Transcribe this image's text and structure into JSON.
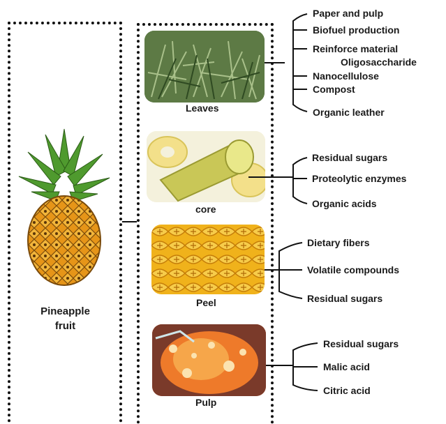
{
  "fruit": {
    "label_line1": "Pineapple",
    "label_line2": "fruit"
  },
  "parts": [
    {
      "name": "Leaves",
      "products": [
        "Paper and pulp",
        "Biofuel production",
        "Reinforce material",
        "Oligosaccharide",
        "Nanocellulose",
        "Compost",
        "Organic leather"
      ]
    },
    {
      "name": "core",
      "products": [
        "Residual sugars",
        "Proteolytic enzymes",
        "Organic acids"
      ]
    },
    {
      "name": "Peel",
      "products": [
        "Dietary fibers",
        "Volatile compounds",
        "Residual sugars"
      ]
    },
    {
      "name": "Pulp",
      "products": [
        "Residual sugars",
        "Malic acid",
        "Citric acid"
      ]
    }
  ],
  "colors": {
    "leaves": "#6f8a54",
    "core_bg": "#f4f1dc",
    "core": "#c9c757",
    "peel": "#f0b21b",
    "pulp_bg": "#e65a1b",
    "pulp": "#f39a33",
    "connector": "#111111"
  },
  "icons": {
    "fruit": "pineapple-illustration",
    "leaves": "leaves-photo",
    "core": "core-photo",
    "peel": "peel-photo",
    "pulp": "pulp-photo"
  }
}
